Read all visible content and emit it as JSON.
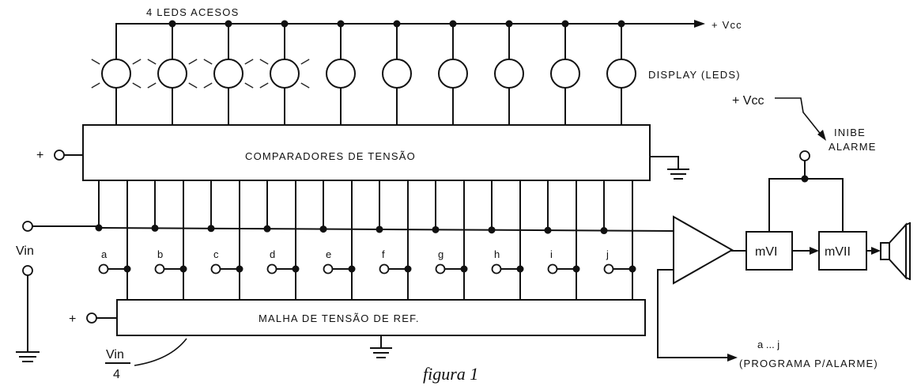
{
  "labels": {
    "leds_lit": "4 LEDS ACESOS",
    "vcc_top": "+ Vcc",
    "display": "DISPLAY (LEDS)",
    "comparators": "COMPARADORES DE TENSÃO",
    "reference_mesh": "MALHA DE TENSÃO DE REF.",
    "vin": "Vin",
    "vin_fraction_num": "Vin",
    "vin_fraction_den": "4",
    "plus_comparators": "+",
    "plus_reference": "+",
    "vcc_right": "+ Vcc",
    "inhibit_line1": "INIBE",
    "inhibit_line2": "ALARME",
    "mvi": "mVI",
    "mvii": "mVII",
    "program_range": "a ... j",
    "program_label": "(PROGRAMA P/ALARME)",
    "caption": "figura 1"
  },
  "taps": [
    "a",
    "b",
    "c",
    "d",
    "e",
    "f",
    "g",
    "h",
    "i",
    "j"
  ],
  "leds": {
    "count": 10,
    "lit": 4
  }
}
